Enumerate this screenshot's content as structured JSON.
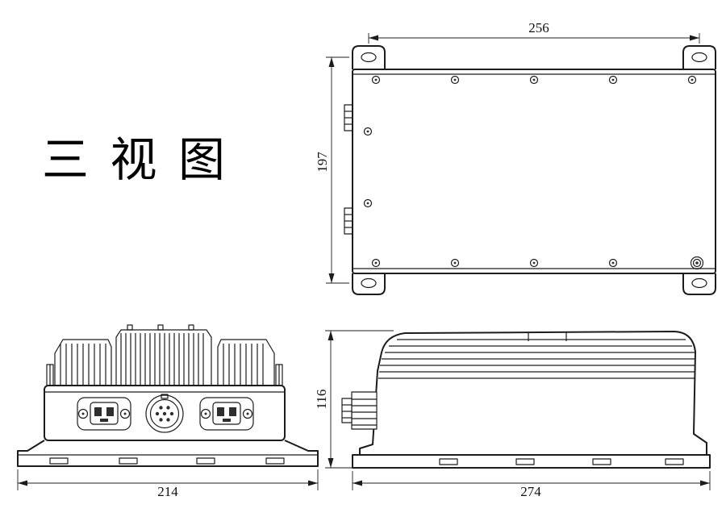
{
  "title": {
    "text": "三 视 图"
  },
  "dimensions": {
    "top_view_width": "256",
    "top_view_height": "197",
    "front_view_width": "214",
    "side_view_height": "116",
    "side_view_width": "274"
  },
  "colors": {
    "line": "#1c1c1c",
    "background": "#ffffff",
    "dark_fill": "#2e2e2e"
  }
}
